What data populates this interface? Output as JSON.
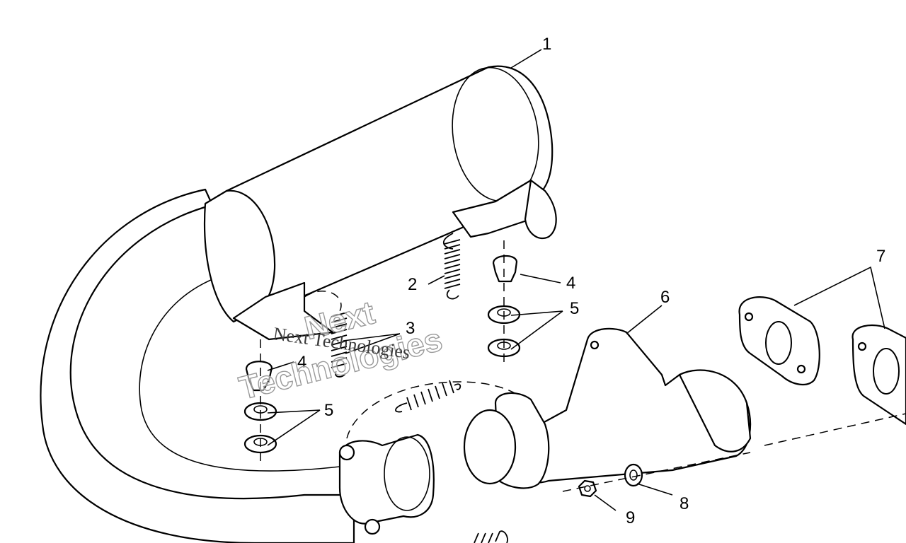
{
  "callouts": {
    "c1": "1",
    "c2": "2",
    "c3": "3",
    "c4a": "4",
    "c4b": "4",
    "c5a": "5",
    "c5b": "5",
    "c6": "6",
    "c7": "7",
    "c8": "8",
    "c9": "9"
  },
  "watermark": {
    "line1": "Next",
    "line2": "Technologies",
    "small": "Next Technologies"
  },
  "colors": {
    "line": "#000000",
    "background": "#ffffff",
    "watermark_outline": "#9a9a9a"
  }
}
